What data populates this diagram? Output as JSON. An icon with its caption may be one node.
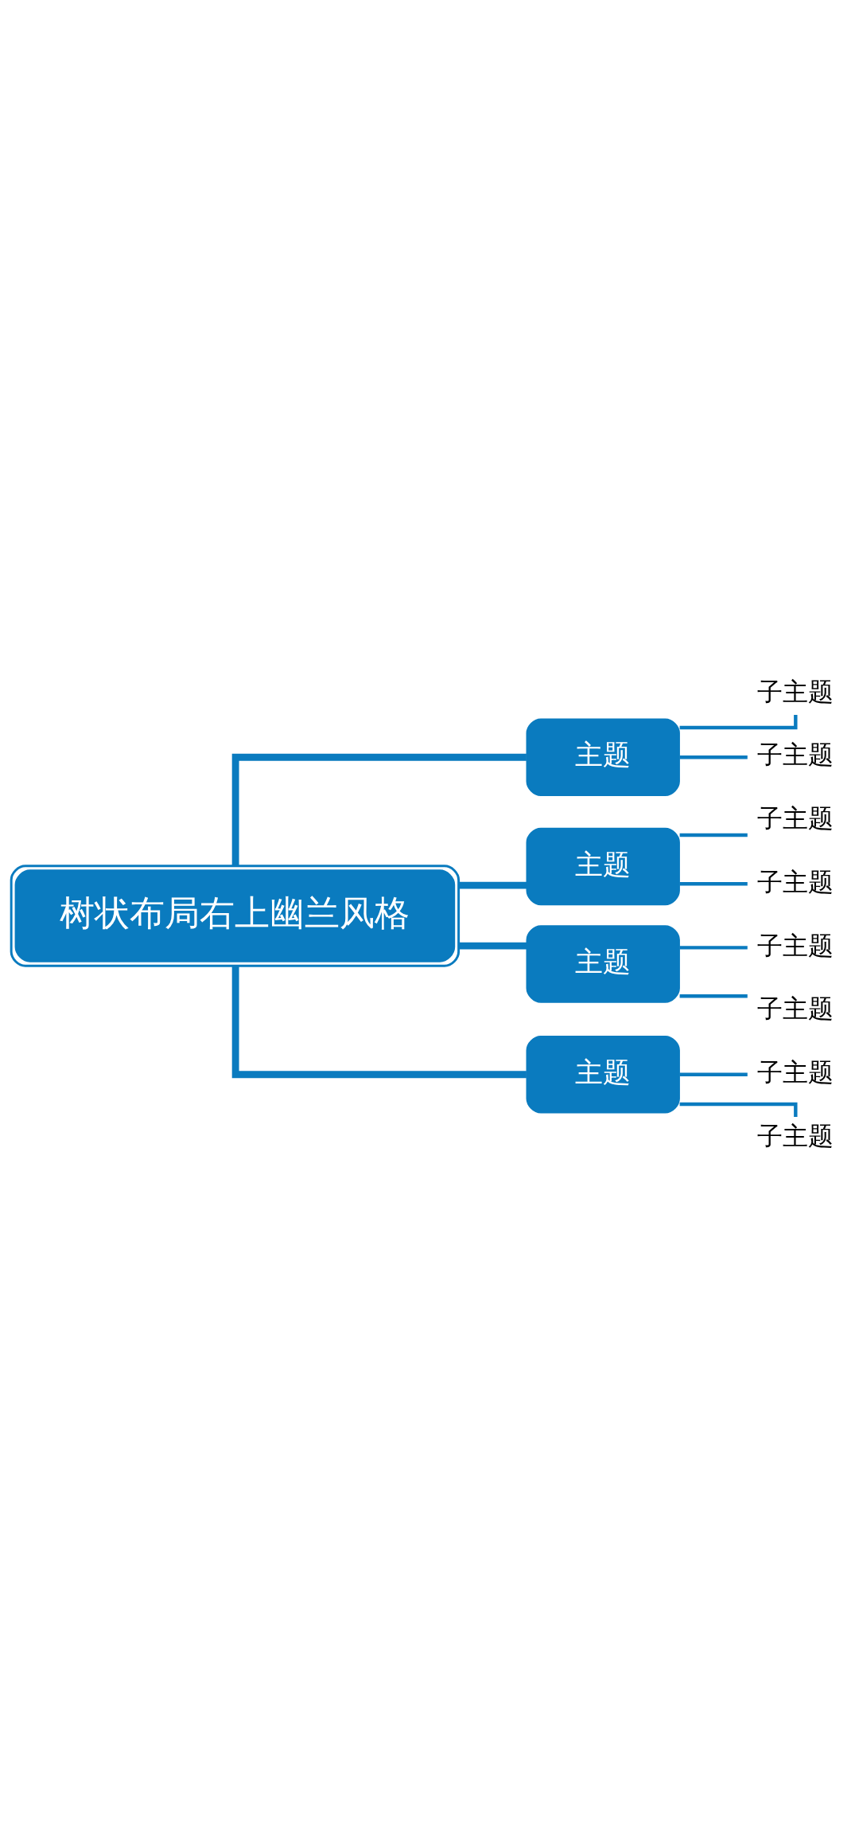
{
  "diagram": {
    "nodes": [
      {
        "text": [
          "子主题"
        ]
      },
      {
        "text": [
          "子主题"
        ]
      },
      {
        "text": [
          "主题"
        ]
      },
      {
        "text": [
          "子主题"
        ]
      },
      {
        "text": [
          "子主题"
        ]
      },
      {
        "text": [
          "主题"
        ]
      },
      {
        "text": [
          "子主题"
        ]
      },
      {
        "text": [
          "子主题"
        ]
      },
      {
        "text": [
          "主题"
        ]
      },
      {
        "text": [
          "子主题"
        ]
      },
      {
        "text": [
          "子主题"
        ]
      },
      {
        "text": [
          "主题"
        ]
      },
      {
        "text": [
          "树状布局右上幽兰风格"
        ]
      }
    ],
    "edges": [
      {
        "from": 12,
        "to": 2,
        "arrow": "none",
        "style": "thick"
      },
      {
        "from": 12,
        "to": 5,
        "arrow": "none",
        "style": "thick"
      },
      {
        "from": 12,
        "to": 8,
        "arrow": "none",
        "style": "thick"
      },
      {
        "from": 12,
        "to": 11,
        "arrow": "none",
        "style": "thick"
      },
      {
        "from": 2,
        "to": 0,
        "arrow": "none"
      },
      {
        "from": 2,
        "to": 1,
        "arrow": "none"
      },
      {
        "from": 5,
        "to": 3,
        "arrow": "none"
      },
      {
        "from": 5,
        "to": 4,
        "arrow": "none"
      },
      {
        "from": 8,
        "to": 6,
        "arrow": "none"
      },
      {
        "from": 8,
        "to": 7,
        "arrow": "none"
      },
      {
        "from": 11,
        "to": 9,
        "arrow": "none"
      },
      {
        "from": 11,
        "to": 10,
        "arrow": "none"
      }
    ]
  }
}
